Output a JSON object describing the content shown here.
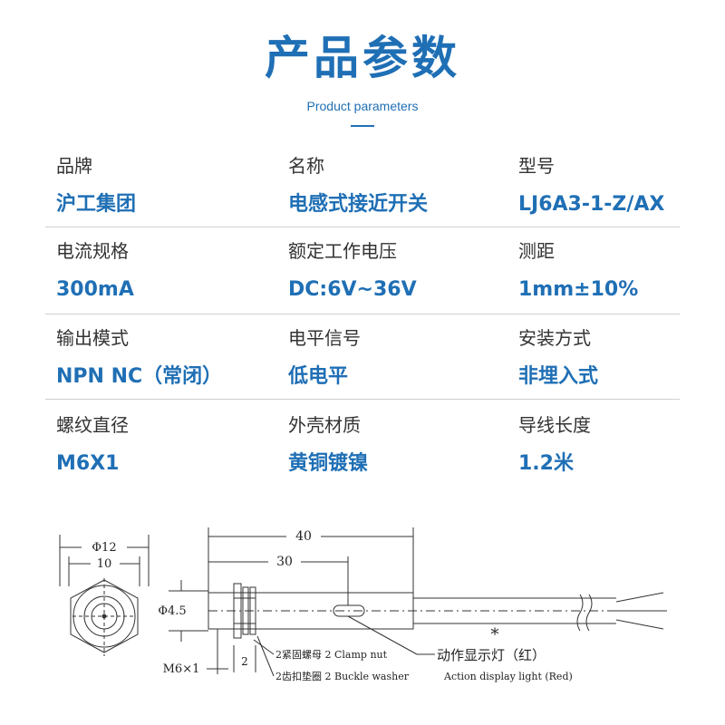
{
  "header": {
    "title": "产品参数",
    "subtitle": "Product parameters"
  },
  "params": [
    {
      "label": "品牌",
      "value": "沪工集团"
    },
    {
      "label": "名称",
      "value": "电感式接近开关"
    },
    {
      "label": "型号",
      "value": "LJ6A3-1-Z/AX"
    },
    {
      "label": "电流规格",
      "value": "300mA"
    },
    {
      "label": "额定工作电压",
      "value": "DC:6V~36V"
    },
    {
      "label": "测距",
      "value": "1mm±10%"
    },
    {
      "label": "输出模式",
      "value": "NPN NC（常闭）"
    },
    {
      "label": "电平信号",
      "value": "低电平"
    },
    {
      "label": "安装方式",
      "value": "非埋入式"
    },
    {
      "label": "螺纹直径",
      "value": "M6X1"
    },
    {
      "label": "外壳材质",
      "value": "黄铜镀镍"
    },
    {
      "label": "导线长度",
      "value": "1.2米"
    }
  ],
  "diagram": {
    "dim_total_length": "40",
    "dim_thread_length": "30",
    "dim_outer_diameter": "Φ12",
    "dim_hex_width": "10",
    "dim_sensor_diameter": "Φ4.5",
    "dim_thread": "M6×1",
    "dim_nut_count": "2",
    "note_asterisk": "*",
    "callout_clamp_nut": "2紧固螺母  2 Clamp nut",
    "callout_buckle_washer": "2齿扣垫圈  2 Buckle washer",
    "callout_led_cn": "动作显示灯（红）",
    "callout_led_en": "Action display light (Red)"
  },
  "colors": {
    "accent": "#1f6fb5",
    "label_text": "#333333",
    "divider": "#cfcfcf"
  }
}
